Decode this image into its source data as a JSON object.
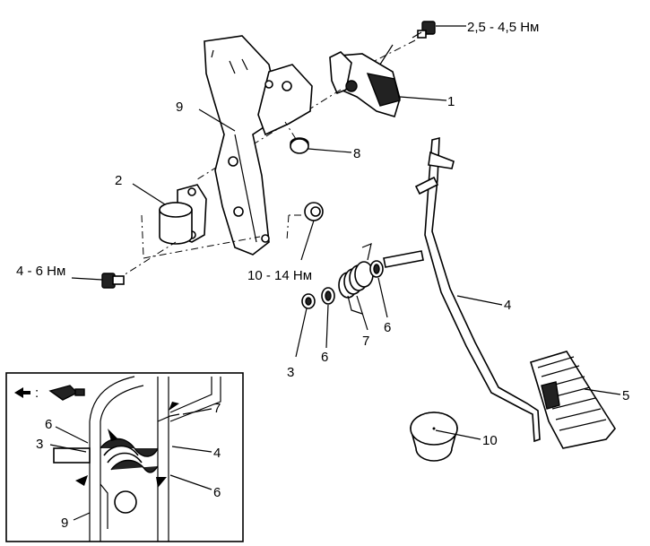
{
  "labels": {
    "sensor": "1",
    "damper": "2",
    "washer_small": "3",
    "pedal_lever": "4",
    "pedal_pad": "5",
    "bushing_right": "6",
    "bushing_left": "6",
    "spring": "7",
    "stopper": "8",
    "bracket": "9",
    "stop_pad": "10"
  },
  "torques": {
    "sensor_bolt": "2,5 - 4,5 Нм",
    "damper_bolt": "4 - 6 Нм",
    "pivot_nut": "10 - 14 Нм"
  },
  "inset": {
    "labels": {
      "bushing_top": "6",
      "washer": "3",
      "bracket": "9",
      "spring": "7",
      "lever": "4",
      "bushing_bottom": "6"
    },
    "legend_symbol": ":",
    "legend_icon": "grease-gun-icon"
  }
}
